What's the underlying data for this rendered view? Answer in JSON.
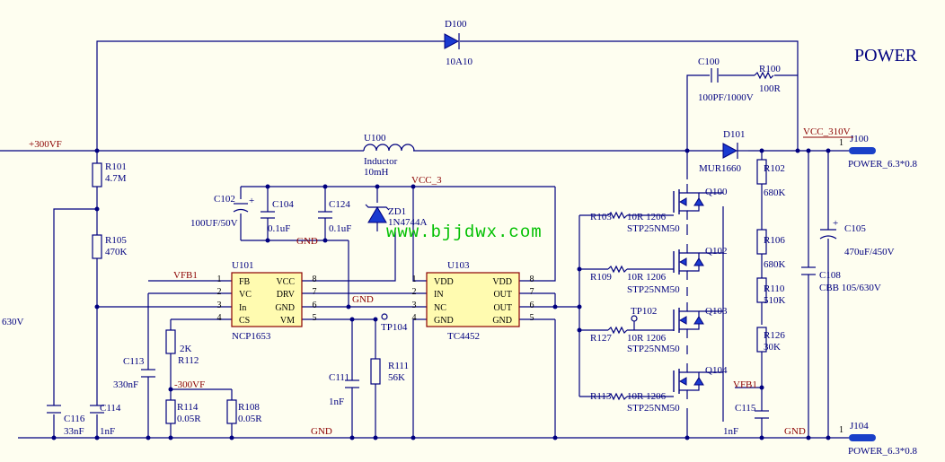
{
  "title": "POWER",
  "watermark": "www.bjjdwx.com",
  "colors": {
    "wire": "#00007f",
    "net_label": "#8b0000",
    "connector": "#1a40c8",
    "watermark": "#00c000",
    "background": "#fefef0"
  },
  "nets": {
    "p300": "+300VF",
    "n300": "-300VF",
    "vcc310": "VCC_310V",
    "vcc3": "VCC_3",
    "gnd1": "GND",
    "gnd2": "GND",
    "gnd3": "GND",
    "gnd4": "GND",
    "vfb1": "VFB1",
    "vfb1b": "VFB1",
    "v630": "630V"
  },
  "components": {
    "d100": {
      "ref": "D100",
      "value": "10A10"
    },
    "d101": {
      "ref": "D101",
      "value": "MUR1660"
    },
    "c100": {
      "ref": "C100",
      "value": "100PF/1000V"
    },
    "r100": {
      "ref": "R100",
      "value": "100R"
    },
    "u100": {
      "ref": "U100",
      "type": "Inductor",
      "value": "10mH"
    },
    "r101": {
      "ref": "R101",
      "value": "4.7M"
    },
    "r105": {
      "ref": "R105",
      "value": "470K"
    },
    "c102": {
      "ref": "C102",
      "value": "100UF/50V"
    },
    "c104": {
      "ref": "C104",
      "value": "0.1uF"
    },
    "c124": {
      "ref": "C124",
      "value": "0.1uF"
    },
    "zd1": {
      "ref": "ZD1",
      "value": "1N4744A"
    },
    "u101": {
      "ref": "U101",
      "part": "NCP1653",
      "pins_left": [
        "FB",
        "VC",
        "In",
        "CS"
      ],
      "pins_right": [
        "VCC",
        "DRV",
        "GND",
        "VM"
      ],
      "nums_left": [
        "1",
        "2",
        "3",
        "4"
      ],
      "nums_right": [
        "8",
        "7",
        "6",
        "5"
      ]
    },
    "u103": {
      "ref": "U103",
      "part": "TC4452",
      "pins_left": [
        "VDD",
        "IN",
        "NC",
        "GND"
      ],
      "pins_right": [
        "VDD",
        "OUT",
        "OUT",
        "GND"
      ],
      "nums_left": [
        "1",
        "2",
        "3",
        "4"
      ],
      "nums_right": [
        "8",
        "7",
        "6",
        "5"
      ]
    },
    "c113": {
      "ref": "C113",
      "value": "330nF"
    },
    "r112": {
      "ref": "R112",
      "value": "2K"
    },
    "r114": {
      "ref": "R114",
      "value": "0.05R"
    },
    "r108": {
      "ref": "R108",
      "value": "0.05R"
    },
    "c116": {
      "ref": "C116",
      "value": "33nF"
    },
    "c114": {
      "ref": "C114",
      "value": "1nF"
    },
    "c111": {
      "ref": "C111",
      "value": "1nF"
    },
    "r111": {
      "ref": "R111",
      "value": "56K"
    },
    "tp104": {
      "ref": "TP104"
    },
    "tp102": {
      "ref": "TP102"
    },
    "r103": {
      "ref": "R103",
      "value": "10R 1206"
    },
    "r109": {
      "ref": "R109",
      "value": "10R 1206"
    },
    "r127": {
      "ref": "R127",
      "value": "10R 1206"
    },
    "r113": {
      "ref": "R113",
      "value": "10R 1206"
    },
    "q100": {
      "ref": "Q100",
      "part": "STP25NM50"
    },
    "q102": {
      "ref": "Q102",
      "part": "STP25NM50"
    },
    "q103": {
      "ref": "Q103",
      "part": "STP25NM50"
    },
    "q104": {
      "ref": "Q104",
      "part": "STP25NM50"
    },
    "r102": {
      "ref": "R102",
      "value": "680K"
    },
    "r106": {
      "ref": "R106",
      "value": "680K"
    },
    "r110": {
      "ref": "R110",
      "value": "510K"
    },
    "r126": {
      "ref": "R126",
      "value": "30K"
    },
    "c115": {
      "ref": "C115",
      "value": "1nF"
    },
    "c108": {
      "ref": "C108",
      "value": "CBB 105/630V"
    },
    "c105": {
      "ref": "C105",
      "value": "470uF/450V"
    },
    "j100": {
      "ref": "J100",
      "pin": "1",
      "value": "POWER_6.3*0.8"
    },
    "j104": {
      "ref": "J104",
      "pin": "1",
      "value": "POWER_6.3*0.8"
    }
  }
}
